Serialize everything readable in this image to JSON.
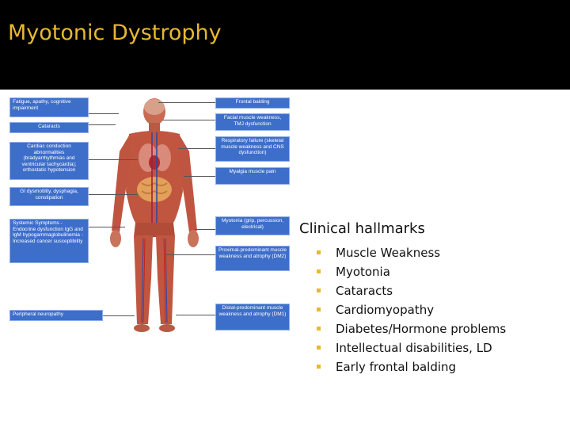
{
  "slide": {
    "title": "Myotonic Dystrophy",
    "title_color": "#e8b830",
    "background": "#000000"
  },
  "figure": {
    "left_labels": [
      "Fatigue, apathy, cognitive impairment",
      "Cataracts",
      "Cardiac conduction abnormalities (bradyarrhythmias and ventricular tachycardia); orthostatic hypotension",
      "GI dysmotility, dysphagia, constipation",
      "Systemic Symptoms - Endocrine dysfunction IgG and IgM hypogammaglobulinemia - Increased cancer susceptibility",
      "Peripheral neuropathy"
    ],
    "right_labels": [
      "Frontal balding",
      "Facial muscle weakness, TMJ dysfunction",
      "Respiratory failure (skeletal muscle weakness and CNS dysfunction)",
      "Myalgia muscle pain",
      "Myotonia (grip, percussion, electrical)",
      "Proximal-predominant muscle weakness and atrophy (DM2)",
      "Distal-predominant muscle weakness and atrophy (DM1)"
    ],
    "label_color": "#3d6ec9"
  },
  "hallmarks": {
    "heading": "Clinical hallmarks",
    "bullet_color": "#e8b830",
    "items": [
      "Muscle Weakness",
      "Myotonia",
      "Cataracts",
      "Cardiomyopathy",
      "Diabetes/Hormone problems",
      "Intellectual disabilities, LD",
      "Early frontal balding"
    ]
  }
}
